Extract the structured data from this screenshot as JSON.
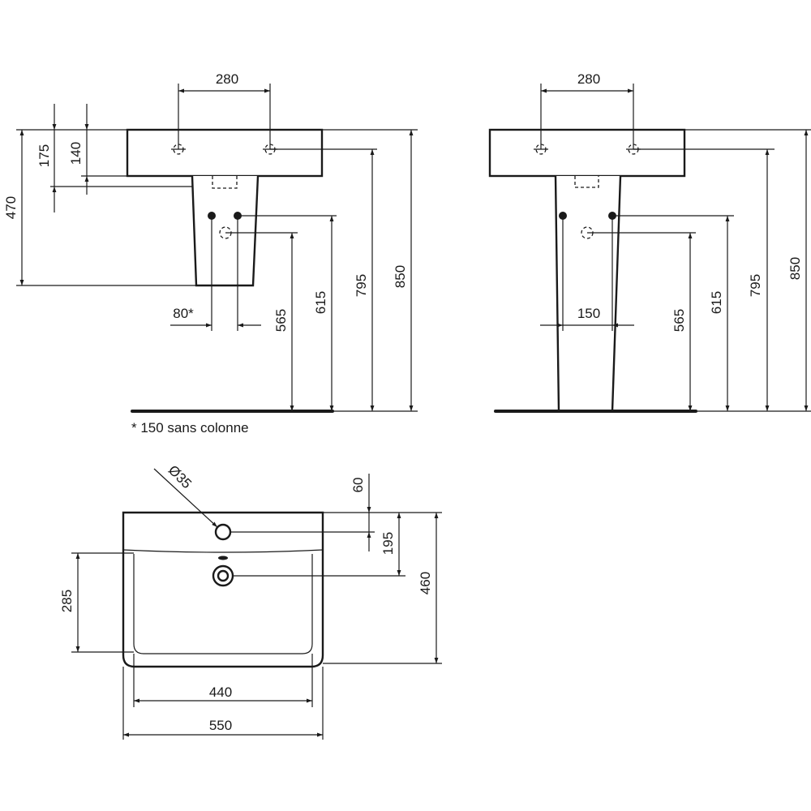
{
  "side_view_semi_pedestal": {
    "dims": {
      "tap_spacing": "280",
      "h_175": "175",
      "h_140": "140",
      "h_470": "470",
      "h_565": "565",
      "h_615": "615",
      "h_795": "795",
      "h_850": "850",
      "waste_spacing": "80*"
    },
    "footnote": "* 150 sans colonne"
  },
  "side_view_full_pedestal": {
    "dims": {
      "tap_spacing": "280",
      "h_565": "565",
      "h_615": "615",
      "h_795": "795",
      "h_850": "850",
      "waste_spacing": "150"
    }
  },
  "top_view": {
    "dims": {
      "tap_hole": "Ø35",
      "d_60": "60",
      "d_195": "195",
      "d_460": "460",
      "d_285": "285",
      "w_440": "440",
      "w_550": "550"
    }
  }
}
